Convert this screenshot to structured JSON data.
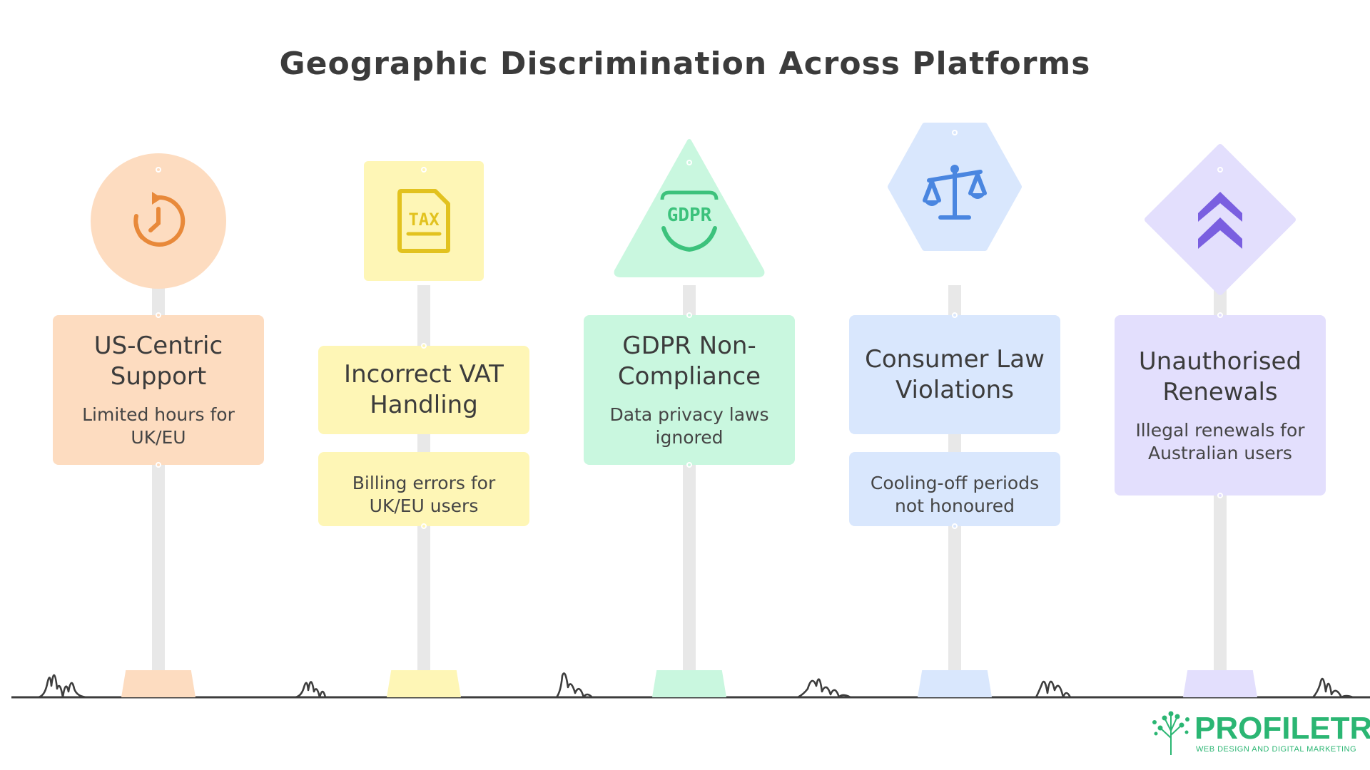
{
  "title": "Geographic Discrimination Across Platforms",
  "signs": [
    {
      "heading": "US-Centric Support",
      "description": "Limited hours for UK/EU",
      "icon": "clock-refresh-icon",
      "shape": "circle",
      "fill": "#fddcc0",
      "accent": "#e8893a"
    },
    {
      "heading": "Incorrect VAT Handling",
      "description": "Billing errors for UK/EU users",
      "icon": "tax-document-icon",
      "icon_text": "TAX",
      "shape": "square",
      "fill": "#fef6b6",
      "accent": "#e2c21f"
    },
    {
      "heading": "GDPR Non-Compliance",
      "description": "Data privacy laws ignored",
      "icon": "gdpr-shield-icon",
      "icon_text": "GDPR",
      "shape": "triangle",
      "fill": "#c9f7df",
      "accent": "#3cc27c"
    },
    {
      "heading": "Consumer Law Violations",
      "description": "Cooling-off periods not honoured",
      "icon": "scales-icon",
      "shape": "hexagon",
      "fill": "#d9e7fd",
      "accent": "#4a86e0"
    },
    {
      "heading": "Unauthorised Renewals",
      "description": "Illegal renewals for Australian users",
      "icon": "double-chevron-up-icon",
      "shape": "diamond",
      "fill": "#e3dffd",
      "accent": "#7a5fe0"
    }
  ],
  "logo": {
    "name": "PROFILETREE",
    "tagline": "WEB DESIGN AND DIGITAL MARKETING",
    "color": "#2bb673"
  }
}
